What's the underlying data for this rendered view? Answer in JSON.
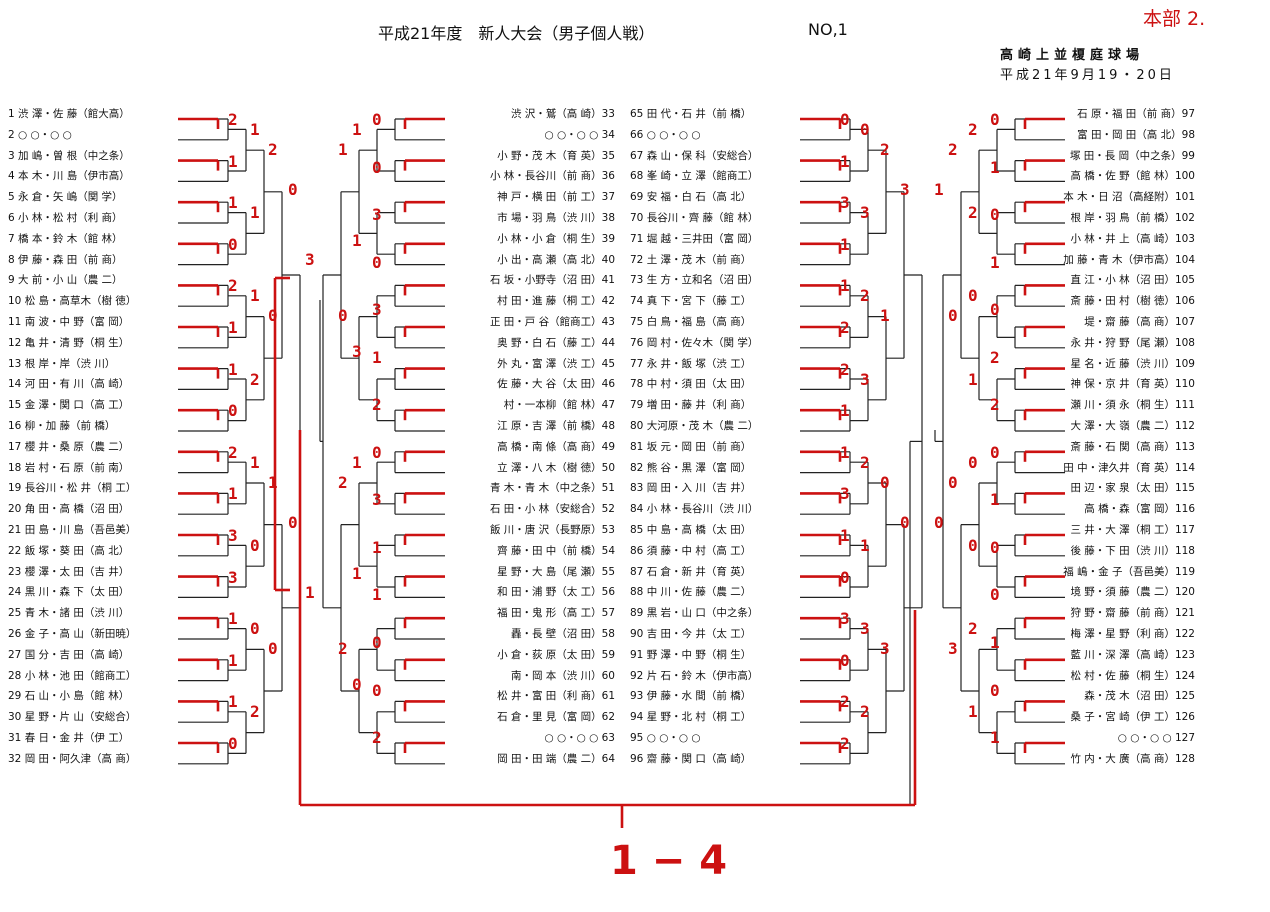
{
  "header": {
    "title": "平成21年度　新人大会（男子個人戦）",
    "number": "NO,1",
    "handwritten_note": "本部 2.",
    "venue": "高崎上並榎庭球場",
    "date": "平成21年9月19・20日"
  },
  "brackets": {
    "block1": [
      "1 渋 澤・佐 藤（館大高）",
      "2 ○ ○・○ ○",
      "3 加 嶋・曽 根（中之条）",
      "4 本 木・川 島（伊市高）",
      "5 永 倉・矢 嶋（関 学）",
      "6 小 林・松 村（利 商）",
      "7 橋 本・鈴 木（館 林）",
      "8 伊 藤・森 田（前 商）",
      "9 大 前・小 山（農 二）",
      "10 松 島・高草木（樹 徳）",
      "11 南 波・中 野（富 岡）",
      "12 亀 井・清 野（桐 生）",
      "13 根 岸・岸（渋 川）",
      "14 河 田・有 川（高 崎）",
      "15 金 澤・関 口（高 工）",
      "16 柳・加 藤（前 橋）",
      "17 櫻 井・桑 原（農 二）",
      "18 岩 村・石 原（前 南）",
      "19 長谷川・松 井（桐 工）",
      "20 角 田・高 橋（沼 田）",
      "21 田 島・川 島（吾邑美）",
      "22 飯 塚・葵 田（高 北）",
      "23 櫻 澤・太 田（吉 井）",
      "24 黒 川・森 下（太 田）",
      "25 青 木・諸 田（渋 川）",
      "26 金 子・高 山（新田暁）",
      "27 国 分・吉 田（高 崎）",
      "28 小 林・池 田（館商工）",
      "29 石 山・小 島（館 林）",
      "30 星 野・片 山（安総合）",
      "31 春 日・金 井（伊 工）",
      "32 岡 田・阿久津（高 商）"
    ],
    "block2": [
      "渋 沢・鷲（高 崎）33",
      "○ ○・○ ○ 34",
      "小 野・茂 木（育 英）35",
      "小 林・長谷川（前 商）36",
      "神 戸・横 田（前 工）37",
      "市 場・羽 鳥（渋 川）38",
      "小 林・小 倉（桐 生）39",
      "小 出・高 瀬（高 北）40",
      "石 坂・小野寺（沼 田）41",
      "村 田・進 藤（桐 工）42",
      "正 田・戸 谷（館商工）43",
      "奥 野・白 石（藤 工）44",
      "外 丸・富 澤（渋 工）45",
      "佐 藤・大 谷（太 田）46",
      "村・一本柳（館 林）47",
      "江 原・吉 澤（前 橋）48",
      "高 橋・南 條（高 商）49",
      "立 澤・八 木（樹 徳）50",
      "青 木・青 木（中之条）51",
      "石 田・小 林（安総合）52",
      "飯 川・唐 沢（長野原）53",
      "齊 藤・田 中（前 橋）54",
      "星 野・大 島（尾 瀬）55",
      "和 田・浦 野（太 工）56",
      "福 田・鬼 形（高 工）57",
      "轟・長 壁（沼 田）58",
      "小 倉・荻 原（太 田）59",
      "南・岡 本（渋 川）60",
      "松 井・富 田（利 商）61",
      "石 倉・里 見（富 岡）62",
      "○ ○・○ ○ 63",
      "岡 田・田 端（農 二）64"
    ],
    "block3": [
      "65 田 代・石 井（前 橋）",
      "66 ○ ○・○ ○",
      "67 森 山・保 科（安総合）",
      "68 峯 崎・立 澤（館商工）",
      "69 安 福・白 石（高 北）",
      "70 長谷川・齊 藤（館 林）",
      "71 堀 越・三井田（富 岡）",
      "72 土 澤・茂 木（前 商）",
      "73 生 方・立和名（沼 田）",
      "74 真 下・宮 下（藤 工）",
      "75 白 鳥・福 島（高 商）",
      "76 岡 村・佐々木（関 学）",
      "77 永 井・飯 塚（渋 工）",
      "78 中 村・須 田（太 田）",
      "79 増 田・藤 井（利 商）",
      "80 大河原・茂 木（農 二）",
      "81 坂 元・岡 田（前 商）",
      "82 熊 谷・黒 澤（富 岡）",
      "83 岡 田・入 川（吉 井）",
      "84 小 林・長谷川（渋 川）",
      "85 中 島・高 橋（太 田）",
      "86 須 藤・中 村（高 工）",
      "87 石 倉・新 井（育 英）",
      "88 中 川・佐 藤（農 二）",
      "89 黒 岩・山 口（中之条）",
      "90 吉 田・今 井（太 工）",
      "91 野 澤・中 野（桐 生）",
      "92 片 石・鈴 木（伊市高）",
      "93 伊 藤・水 間（前 橋）",
      "94 星 野・北 村（桐 工）",
      "95 ○ ○・○ ○",
      "96 齋 藤・関 口（高 崎）"
    ],
    "block4": [
      "石 原・福 田（前 商）97",
      "富 田・岡 田（高 北）98",
      "塚 田・長 岡（中之条）99",
      "高 橋・佐 野（館 林）100",
      "本 木・日 沼（高経附）101",
      "根 岸・羽 鳥（前 橋）102",
      "小 林・井 上（高 崎）103",
      "加 藤・青 木（伊市高）104",
      "直 江・小 林（沼 田）105",
      "斎 藤・田 村（樹 徳）106",
      "堤・齋 藤（高 商）107",
      "永 井・狩 野（尾 瀬）108",
      "星 名・近 藤（渋 川）109",
      "神 保・京 井（育 英）110",
      "瀬 川・須 永（桐 生）111",
      "大 澤・大 嶺（農 二）112",
      "斎 藤・石 関（高 商）113",
      "田 中・津久井（育 英）114",
      "田 辺・家 泉（太 田）115",
      "高 橋・森（富 岡）116",
      "三 井・大 澤（桐 工）117",
      "後 藤・下 田（渋 川）118",
      "福 嶋・金 子（吾邑美）119",
      "境 野・須 藤（農 二）120",
      "狩 野・齋 藤（前 商）121",
      "梅 澤・星 野（利 商）122",
      "藍 川・深 澤（高 崎）123",
      "松 村・佐 藤（桐 生）124",
      "森・茂 木（沼 田）125",
      "桑 子・宮 崎（伊 工）126",
      "○ ○・○ ○ 127",
      "竹 内・大 廣（高 商）128"
    ]
  },
  "scores": {
    "b1": [
      "2",
      "1",
      "1",
      "0",
      "2",
      "1",
      "1",
      "0",
      "2",
      "1",
      "3",
      "3",
      "1",
      "1",
      "1",
      "0",
      "1",
      "1",
      "1",
      "2",
      "1",
      "0",
      "0",
      "2",
      "2",
      "0",
      "1",
      "0",
      "0",
      "0",
      "3",
      "1",
      "2",
      "3",
      "3"
    ],
    "b2": [
      "0",
      "0",
      "3",
      "0",
      "3",
      "1",
      "2",
      "0",
      "3",
      "1",
      "1",
      "0",
      "0",
      "2",
      "1",
      "1",
      "3",
      "1",
      "1",
      "0",
      "1",
      "0",
      "2",
      "2"
    ],
    "b3": [
      "0",
      "1",
      "3",
      "1",
      "1",
      "2",
      "2",
      "1",
      "1",
      "3",
      "1",
      "0",
      "3",
      "0",
      "2",
      "2",
      "0",
      "3",
      "2",
      "3",
      "2",
      "1",
      "3",
      "2",
      "2",
      "1",
      "0",
      "3",
      "3",
      "0"
    ],
    "b4": [
      "0",
      "1",
      "0",
      "1",
      "0",
      "2",
      "2",
      "0",
      "1",
      "0",
      "0",
      "1",
      "0",
      "1",
      "2",
      "2",
      "0",
      "1",
      "0",
      "0",
      "2",
      "1",
      "2",
      "0",
      "0",
      "3",
      "1",
      "0"
    ],
    "final_result": "1 − 4"
  }
}
